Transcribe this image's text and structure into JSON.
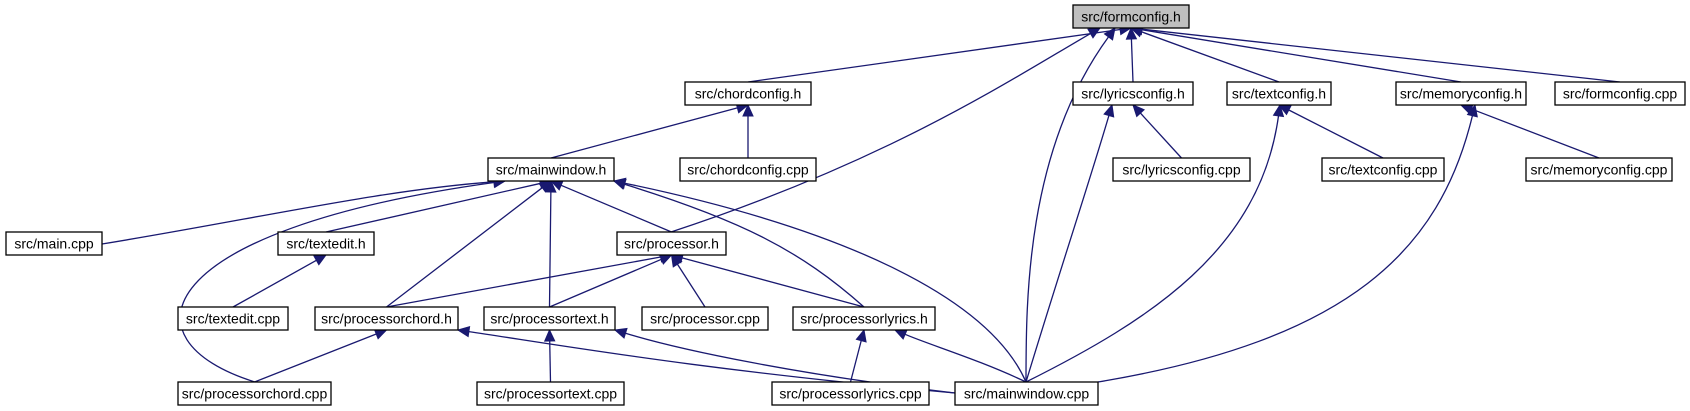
{
  "nodes": {
    "formconfig_h": {
      "label": "src/formconfig.h",
      "root": true
    },
    "chordconfig_h": {
      "label": "src/chordconfig.h"
    },
    "lyricsconfig_h": {
      "label": "src/lyricsconfig.h"
    },
    "textconfig_h": {
      "label": "src/textconfig.h"
    },
    "memoryconfig_h": {
      "label": "src/memoryconfig.h"
    },
    "formconfig_cpp": {
      "label": "src/formconfig.cpp"
    },
    "mainwindow_h": {
      "label": "src/mainwindow.h"
    },
    "chordconfig_cpp": {
      "label": "src/chordconfig.cpp"
    },
    "lyricsconfig_cpp": {
      "label": "src/lyricsconfig.cpp"
    },
    "textconfig_cpp": {
      "label": "src/textconfig.cpp"
    },
    "memoryconfig_cpp": {
      "label": "src/memoryconfig.cpp"
    },
    "main_cpp": {
      "label": "src/main.cpp"
    },
    "textedit_h": {
      "label": "src/textedit.h"
    },
    "processor_h": {
      "label": "src/processor.h"
    },
    "textedit_cpp": {
      "label": "src/textedit.cpp"
    },
    "processorchord_h": {
      "label": "src/processorchord.h"
    },
    "processortext_h": {
      "label": "src/processortext.h"
    },
    "processor_cpp": {
      "label": "src/processor.cpp"
    },
    "processorlyrics_h": {
      "label": "src/processorlyrics.h"
    },
    "processorchord_cpp": {
      "label": "src/processorchord.cpp"
    },
    "processortext_cpp": {
      "label": "src/processortext.cpp"
    },
    "processorlyrics_cpp": {
      "label": "src/processorlyrics.cpp"
    },
    "mainwindow_cpp": {
      "label": "src/mainwindow.cpp"
    }
  },
  "edges": [
    {
      "from": "chordconfig_h",
      "to": "formconfig_h"
    },
    {
      "from": "processor_h",
      "to": "formconfig_h"
    },
    {
      "from": "mainwindow_cpp",
      "to": "formconfig_h"
    },
    {
      "from": "lyricsconfig_h",
      "to": "formconfig_h"
    },
    {
      "from": "textconfig_h",
      "to": "formconfig_h"
    },
    {
      "from": "memoryconfig_h",
      "to": "formconfig_h"
    },
    {
      "from": "formconfig_cpp",
      "to": "formconfig_h"
    },
    {
      "from": "mainwindow_h",
      "to": "chordconfig_h"
    },
    {
      "from": "chordconfig_cpp",
      "to": "chordconfig_h"
    },
    {
      "from": "mainwindow_cpp",
      "to": "lyricsconfig_h"
    },
    {
      "from": "lyricsconfig_cpp",
      "to": "lyricsconfig_h"
    },
    {
      "from": "mainwindow_cpp",
      "to": "textconfig_h"
    },
    {
      "from": "textconfig_cpp",
      "to": "textconfig_h"
    },
    {
      "from": "mainwindow_cpp",
      "to": "memoryconfig_h"
    },
    {
      "from": "memoryconfig_cpp",
      "to": "memoryconfig_h"
    },
    {
      "from": "main_cpp",
      "to": "mainwindow_h"
    },
    {
      "from": "processorchord_cpp",
      "to": "mainwindow_h"
    },
    {
      "from": "textedit_h",
      "to": "mainwindow_h"
    },
    {
      "from": "processorchord_h",
      "to": "mainwindow_h"
    },
    {
      "from": "processortext_h",
      "to": "mainwindow_h"
    },
    {
      "from": "processor_h",
      "to": "mainwindow_h"
    },
    {
      "from": "processorlyrics_h",
      "to": "mainwindow_h"
    },
    {
      "from": "mainwindow_cpp",
      "to": "mainwindow_h"
    },
    {
      "from": "textedit_cpp",
      "to": "textedit_h"
    },
    {
      "from": "processorchord_h",
      "to": "processor_h"
    },
    {
      "from": "processortext_h",
      "to": "processor_h"
    },
    {
      "from": "processor_cpp",
      "to": "processor_h"
    },
    {
      "from": "processorlyrics_h",
      "to": "processor_h"
    },
    {
      "from": "processorchord_cpp",
      "to": "processorchord_h"
    },
    {
      "from": "mainwindow_cpp",
      "to": "processorchord_h"
    },
    {
      "from": "processortext_cpp",
      "to": "processortext_h"
    },
    {
      "from": "mainwindow_cpp",
      "to": "processortext_h"
    },
    {
      "from": "processorlyrics_cpp",
      "to": "processorlyrics_h"
    },
    {
      "from": "mainwindow_cpp",
      "to": "processorlyrics_h"
    }
  ]
}
